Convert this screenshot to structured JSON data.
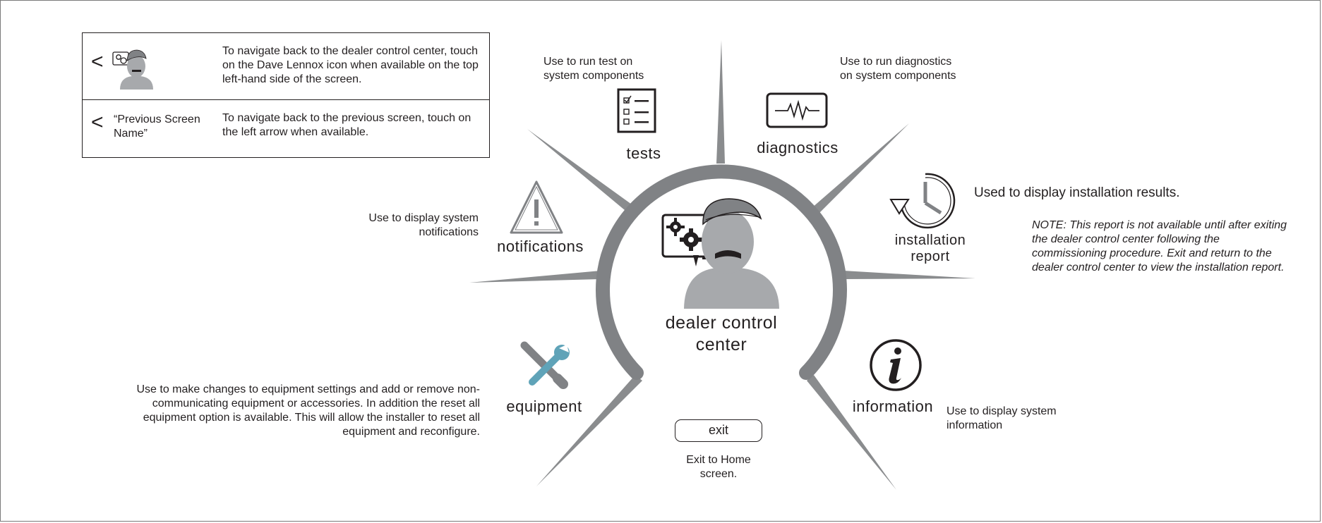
{
  "nav_help": {
    "home_desc": "To navigate back to the dealer control center, touch on the Dave Lennox icon when available on the top left-hand side of the screen.",
    "back_chevron": "<",
    "back_label": "“Previous Screen Name”",
    "back_desc": "To navigate back to the previous screen, touch on the left arrow when available.",
    "home_icon": "dave-lennox-icon"
  },
  "center": {
    "label": "dealer control center",
    "icon": "dave-lennox-icon",
    "ring_color": "#808285"
  },
  "menu": {
    "tests": {
      "label": "tests",
      "desc": "Use to run test on system components",
      "icon": "checklist-icon"
    },
    "diagnostics": {
      "label": "diagnostics",
      "desc": "Use to run diagnostics on system components",
      "icon": "pulse-monitor-icon"
    },
    "installation_report": {
      "label": "installation report",
      "desc": "Used to display installation results.",
      "note": "NOTE: This report is not available until after exiting the dealer control center following the commissioning procedure.  Exit and return to the dealer control center to view the installation report.",
      "icon": "history-clock-icon"
    },
    "notifications": {
      "label": "notifications",
      "desc": "Use to display system notifications",
      "icon": "warning-triangle-icon"
    },
    "equipment": {
      "label": "equipment",
      "desc": "Use to make changes to equipment settings and add or remove non-communicating equipment or accessories. In addition the reset all equipment option is available. This will allow the installer to reset all equipment and reconfigure.",
      "icon": "wrench-screwdriver-icon"
    },
    "information": {
      "label": "information",
      "desc": "Use to display system information",
      "icon": "info-circle-icon"
    },
    "exit": {
      "label": "exit",
      "desc": "Exit to Home screen."
    }
  }
}
